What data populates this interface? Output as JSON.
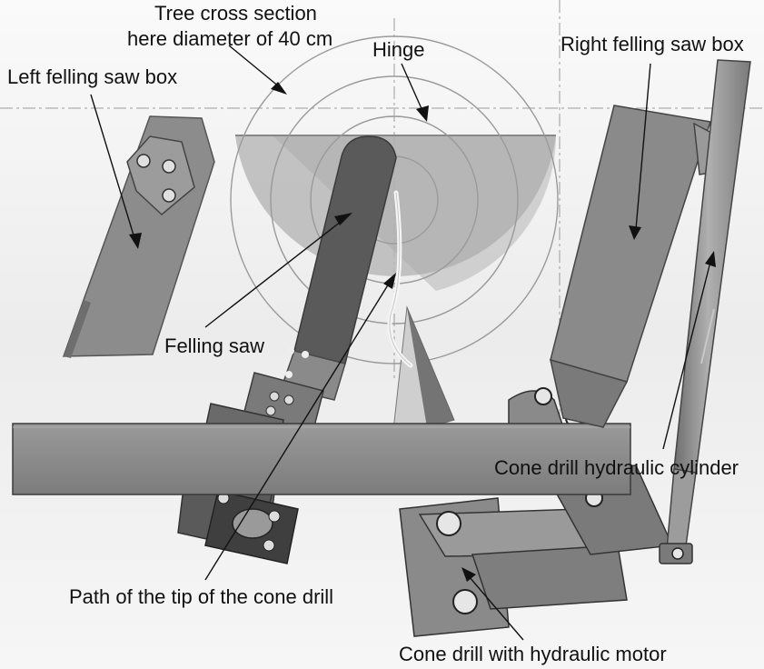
{
  "labels": {
    "tree_section_line1": "Tree cross section",
    "tree_section_line2": "here diameter of 40 cm",
    "hinge": "Hinge",
    "left_box": "Left felling saw box",
    "right_box": "Right felling saw box",
    "felling_saw": "Felling saw",
    "cylinder": "Cone drill hydraulic cylinder",
    "path": "Path of the tip of the cone drill",
    "cone_drill": "Cone drill with hydraulic motor"
  },
  "colors": {
    "background": "#f4f4f4",
    "part_gray": "#8a8a8a",
    "part_dark": "#5c5c5c",
    "part_edge": "#3a3a3a",
    "tree_fill": "#bdbdbd",
    "circle_line": "#9a9a9a",
    "path_line": "#f2f2f2"
  }
}
